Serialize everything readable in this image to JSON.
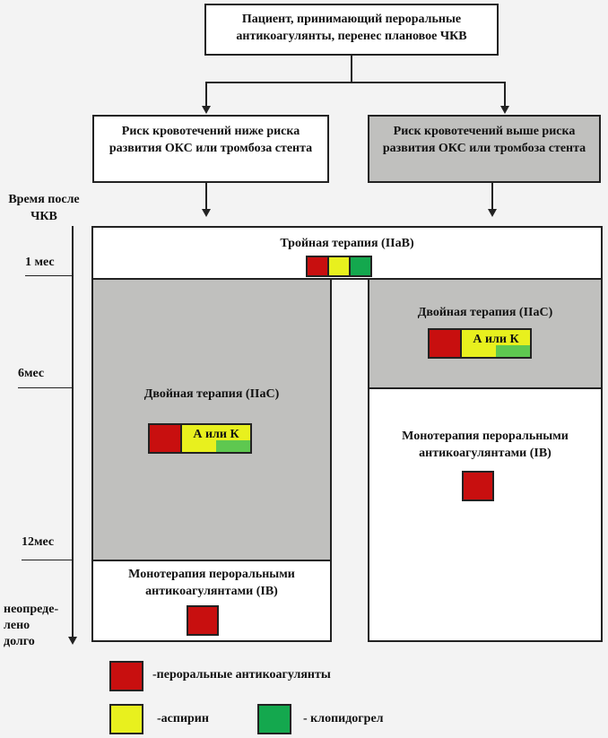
{
  "top_box": {
    "text": "Пациент, принимающий пероральные антикоагулянты, перенес плановое ЧКВ"
  },
  "left_risk": {
    "text": "Риск кровотечений ниже риска развития  ОКС или тромбоза стента"
  },
  "right_risk": {
    "text": "Риск кровотечений выше риска развития  ОКС или тромбоза стента"
  },
  "time_axis": {
    "title": "Время после ЧКВ",
    "marks": [
      "1 мес",
      "6мес",
      "12мес",
      "неопреде-лено долго"
    ]
  },
  "triple": {
    "title": "Тройная терапия (IIaB)"
  },
  "left_dual": {
    "title": "Двойная терапия (IIaC)",
    "combo": "А или К"
  },
  "right_dual": {
    "title": "Двойная терапия (IIaC)",
    "combo": "А или К"
  },
  "right_mono": {
    "title": "Монотерапия пероральными антикоагулянтами  (IB)"
  },
  "left_mono": {
    "title": "Монотерапия пероральными антикоагулянтами  (IB)"
  },
  "legend": {
    "oral": "-пероральные антикоагулянты",
    "aspirin": "-аспирин",
    "clopidogrel": "- клопидогрел"
  },
  "colors": {
    "oral_anticoagulant": "#c80f0f",
    "aspirin": "#e8f01e",
    "clopidogrel": "#14a84e",
    "high_risk_fill": "#c0c0be"
  }
}
